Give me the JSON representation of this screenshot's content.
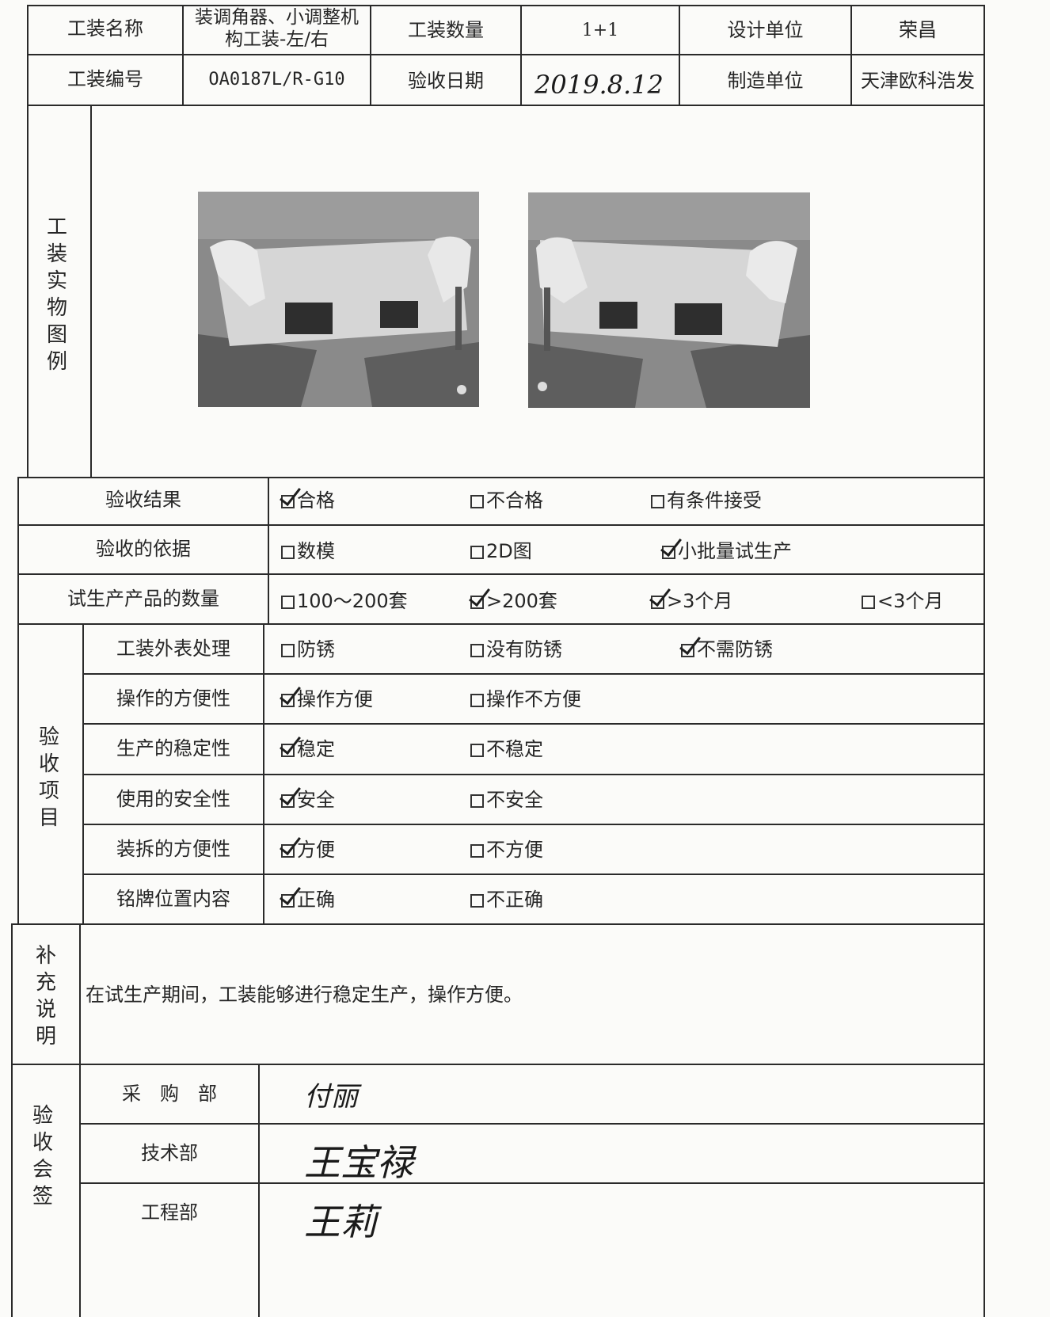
{
  "header": {
    "name_label": "工装名称",
    "name_value_line1": "装调角器、小调整机",
    "name_value_line2": "构工装-左/右",
    "qty_label": "工装数量",
    "qty_value": "1+1",
    "design_label": "设计单位",
    "design_value": "荣昌",
    "code_label": "工装编号",
    "code_value": "OA0187L/R-G10",
    "date_label": "验收日期",
    "date_value": "2019.8.12",
    "maker_label": "制造单位",
    "maker_value": "天津欧科浩发"
  },
  "photo_section": {
    "label": [
      "工",
      "装",
      "实",
      "物",
      "图",
      "例"
    ]
  },
  "rows": {
    "result": {
      "label": "验收结果",
      "options": [
        {
          "text": "合格",
          "checked": true
        },
        {
          "text": "不合格",
          "checked": false
        },
        {
          "text": "有条件接受",
          "checked": false
        }
      ]
    },
    "basis": {
      "label": "验收的依据",
      "options": [
        {
          "text": "数模",
          "checked": false
        },
        {
          "text": "2D图",
          "checked": false
        },
        {
          "text": "小批量试生产",
          "checked": true
        }
      ]
    },
    "trial": {
      "label": "试生产产品的数量",
      "options": [
        {
          "text": "100～200套",
          "checked": false
        },
        {
          "text": ">200套",
          "checked": true
        },
        {
          "text": ">3个月",
          "checked": true
        },
        {
          "text": "<3个月",
          "checked": false
        }
      ]
    }
  },
  "items_section": {
    "label": [
      "验",
      "收",
      "项",
      "目"
    ],
    "rows": [
      {
        "label": "工装外表处理",
        "options": [
          {
            "text": "防锈",
            "checked": false
          },
          {
            "text": "没有防锈",
            "checked": false
          },
          {
            "text": "不需防锈",
            "checked": true
          }
        ]
      },
      {
        "label": "操作的方便性",
        "options": [
          {
            "text": "操作方便",
            "checked": true
          },
          {
            "text": "操作不方便",
            "checked": false
          }
        ]
      },
      {
        "label": "生产的稳定性",
        "options": [
          {
            "text": "稳定",
            "checked": true
          },
          {
            "text": "不稳定",
            "checked": false
          }
        ]
      },
      {
        "label": "使用的安全性",
        "options": [
          {
            "text": "安全",
            "checked": true
          },
          {
            "text": "不安全",
            "checked": false
          }
        ]
      },
      {
        "label": "装拆的方便性",
        "options": [
          {
            "text": "方便",
            "checked": true
          },
          {
            "text": "不方便",
            "checked": false
          }
        ]
      },
      {
        "label": "铭牌位置内容",
        "options": [
          {
            "text": "正确",
            "checked": true
          },
          {
            "text": "不正确",
            "checked": false
          }
        ]
      }
    ]
  },
  "notes": {
    "label": [
      "补",
      "充",
      "说",
      "明"
    ],
    "text": "在试生产期间，工装能够进行稳定生产，操作方便。"
  },
  "signoff": {
    "label": [
      "验",
      "收",
      "会",
      "签"
    ],
    "rows": [
      {
        "dept": "采　购　部",
        "signature": "付丽"
      },
      {
        "dept": "技术部",
        "signature": "王宝禄"
      },
      {
        "dept": "工程部",
        "signature": "王莉"
      }
    ]
  }
}
